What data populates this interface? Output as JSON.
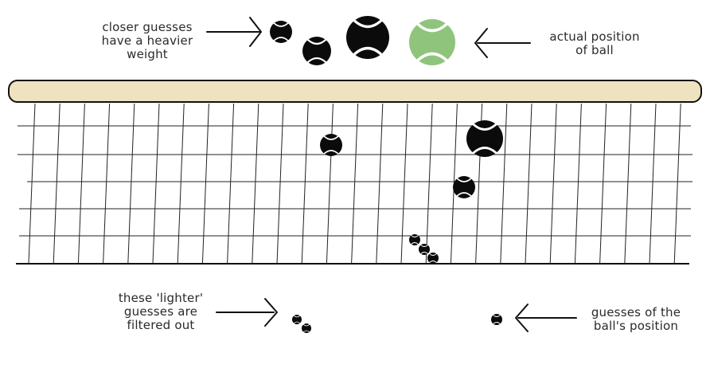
{
  "colors": {
    "ball": "#0b0b0b",
    "actual_ball": "#8fc47c",
    "bar_fill": "#efe2c0",
    "ink": "#111111"
  },
  "labels": {
    "closer": [
      "closer guesses",
      "have a heavier",
      "weight"
    ],
    "actual": [
      "actual position",
      "of ball"
    ],
    "lighter": [
      "these 'lighter'",
      "guesses are",
      "filtered out"
    ],
    "guesses": [
      "guesses of the",
      "ball's position"
    ]
  },
  "icons": [
    "tennis-ball-icon",
    "arrow-right-icon",
    "arrow-left-icon"
  ]
}
